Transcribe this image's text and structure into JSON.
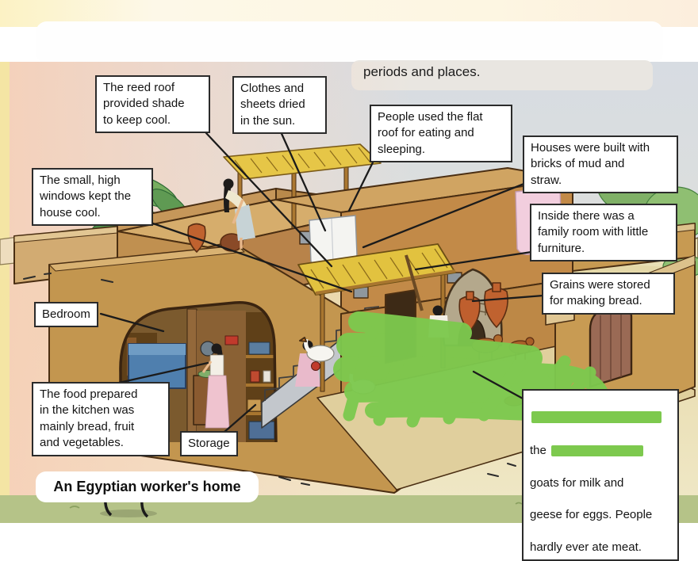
{
  "page": {
    "top_partial_text": "periods and places.",
    "caption": "An Egyptian worker's home"
  },
  "callouts": {
    "reed_roof": "The reed roof\nprovided shade\nto keep cool.",
    "clothes": "Clothes and\nsheets dried\nin the sun.",
    "flat_roof": "People used the flat\nroof for eating and\nsleeping.",
    "bricks": "Houses were built with\nbricks of mud and\nstraw.",
    "family_room": "Inside there was a\nfamily room with little\nfurniture.",
    "grains": "Grains were stored\nfor making bread.",
    "windows": "The small, high\nwindows kept the\nhouse cool.",
    "bedroom": "Bedroom",
    "food": "The food prepared\nin the kitchen was\nmainly bread, fruit\nand vegetables.",
    "storage": "Storage",
    "animals": {
      "visible_word": "the",
      "line3": "goats for milk and",
      "line4": "geese for eggs. People",
      "line5": "hardly ever ate meat."
    }
  },
  "annotations": {
    "redacted_line_count": 2,
    "courtyard_marker": "green-scribble"
  },
  "colors": {
    "highlight": "#7dc94e",
    "sky": "#d8dde2",
    "sand": "#e8dcae",
    "grass": "#b5c388",
    "wall": "#c28a48",
    "thatch": "#e6c647",
    "pink_bg": "#f6d3bd"
  }
}
